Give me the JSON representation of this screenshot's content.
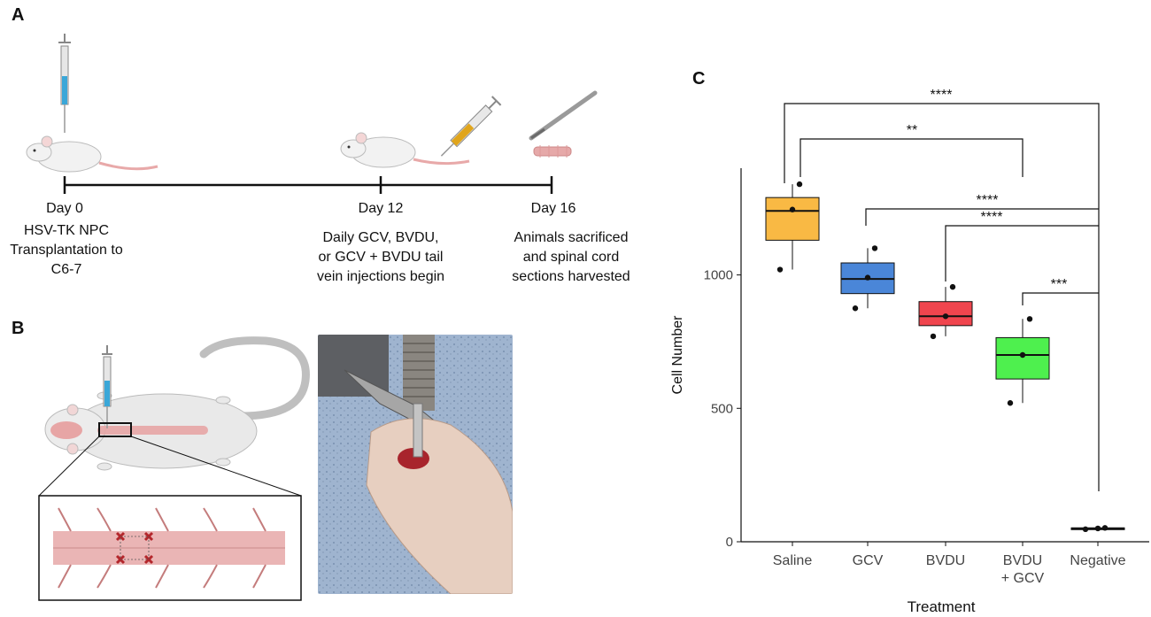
{
  "panels": {
    "a": "A",
    "b": "B",
    "c": "C"
  },
  "timeline": {
    "events": [
      {
        "day": "Day 0",
        "lines": [
          "HSV-TK NPC",
          "Transplantation to",
          "C6-7"
        ]
      },
      {
        "day": "Day 12",
        "lines": [
          "Daily GCV, BVDU,",
          "or GCV + BVDU tail",
          "vein injections begin"
        ]
      },
      {
        "day": "Day 16",
        "lines": [
          "Animals sacrificed",
          "and spinal cord",
          "sections harvested"
        ]
      }
    ]
  },
  "chart_data": {
    "type": "boxplot",
    "title": "",
    "xlabel": "Treatment",
    "ylabel": "Cell Number",
    "ylim": [
      0,
      1400
    ],
    "yticks": [
      0,
      500,
      1000
    ],
    "categories": [
      {
        "label": [
          "Saline"
        ],
        "color": "#f9b944",
        "q1": 1130,
        "median": 1240,
        "q3": 1290,
        "whisker_low": 1020,
        "whisker_high": 1340,
        "points": [
          1340,
          1245,
          1020
        ]
      },
      {
        "label": [
          "GCV"
        ],
        "color": "#4a86d8",
        "q1": 930,
        "median": 985,
        "q3": 1045,
        "whisker_low": 875,
        "whisker_high": 1100,
        "points": [
          1100,
          990,
          875
        ]
      },
      {
        "label": [
          "BVDU"
        ],
        "color": "#f0454e",
        "q1": 810,
        "median": 845,
        "q3": 900,
        "whisker_low": 770,
        "whisker_high": 955,
        "points": [
          955,
          845,
          770
        ]
      },
      {
        "label": [
          "BVDU",
          "+ GCV"
        ],
        "color": "#4ef04e",
        "q1": 610,
        "median": 700,
        "q3": 765,
        "whisker_low": 520,
        "whisker_high": 835,
        "points": [
          835,
          700,
          520
        ]
      },
      {
        "label": [
          "Negative"
        ],
        "color": "#222222",
        "q1": 48,
        "median": 50,
        "q3": 52,
        "whisker_low": 45,
        "whisker_high": 55,
        "points": [
          52,
          50,
          47
        ]
      }
    ],
    "significance": [
      {
        "from": "Saline",
        "to": "Negative",
        "label": "****"
      },
      {
        "from": "Saline",
        "to": "BVDU + GCV",
        "label": "**"
      },
      {
        "from": "GCV",
        "to": "Negative",
        "label": "****"
      },
      {
        "from": "BVDU",
        "to": "Negative",
        "label": "****"
      },
      {
        "from": "BVDU + GCV",
        "to": "Negative",
        "label": "***"
      }
    ],
    "grid": false
  }
}
